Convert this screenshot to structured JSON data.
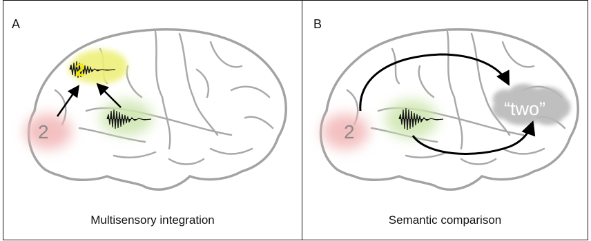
{
  "panels": [
    {
      "letter": "A",
      "caption": "Multisensory integration",
      "visual_region_label": "2",
      "integration_region_label": "2"
    },
    {
      "letter": "B",
      "caption": "Semantic comparison",
      "visual_region_label": "2",
      "semantic_region_label": "“two”"
    }
  ],
  "colors": {
    "visual_region": "#f2b6b6",
    "auditory_region": "#cfe6b0",
    "integration_region": "#eef07a",
    "semantic_region": "#b9b9b9",
    "integration_digit": "#f2e600",
    "brain_outline": "#9a9a9a",
    "arrows": "#000000"
  }
}
